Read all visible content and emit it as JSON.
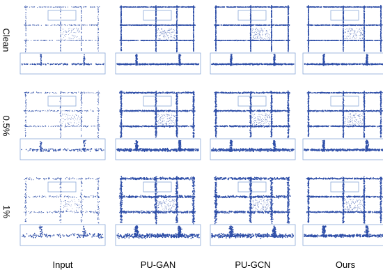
{
  "rows": [
    {
      "label": "Clean",
      "noise": 0.0
    },
    {
      "label": "0.5%",
      "noise": 0.5
    },
    {
      "label": "1%",
      "noise": 1.0
    }
  ],
  "columns": [
    {
      "label": "Input",
      "method": "input"
    },
    {
      "label": "PU-GAN",
      "method": "pugan"
    },
    {
      "label": "PU-GCN",
      "method": "pugcn"
    },
    {
      "label": "Ours",
      "method": "ours"
    }
  ],
  "colors": {
    "point": "#2f4fa8",
    "box": "#8aa8d8"
  }
}
